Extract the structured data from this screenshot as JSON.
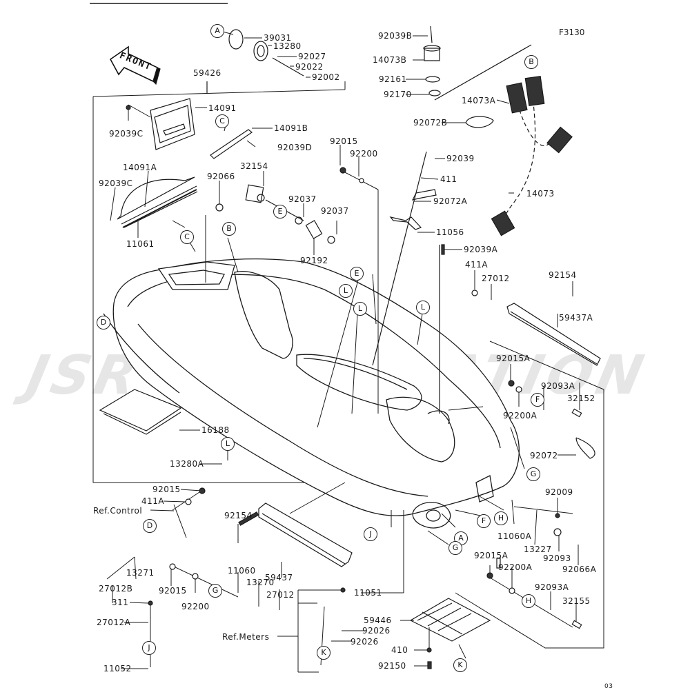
{
  "figure_code": "F3130",
  "watermark": "JSR CORPORATION",
  "front_arrow": "FRONT",
  "page_mark": "03",
  "parts": {
    "p39031": "39031",
    "p13280": "13280",
    "p92027": "92027",
    "p92022": "92022",
    "p92002": "92002",
    "p59426": "59426",
    "p14091": "14091",
    "p92039C_a": "92039C",
    "p14091B": "14091B",
    "p92039D": "92039D",
    "p14091A": "14091A",
    "p92039C_b": "92039C",
    "p11061": "11061",
    "p92066": "92066",
    "p32154": "32154",
    "p92037_a": "92037",
    "p92037_b": "92037",
    "p92192": "92192",
    "p92015_top": "92015",
    "p92200_top": "92200",
    "p92039": "92039",
    "p411": "411",
    "p92072A": "92072A",
    "p11056": "11056",
    "p92039A": "92039A",
    "p92039B": "92039B",
    "p14073B": "14073B",
    "p92161": "92161",
    "p92170": "92170",
    "p14073A": "14073A",
    "p92072B": "92072B",
    "p14073": "14073",
    "p411A_top": "411A",
    "p27012_top": "27012",
    "p92154_top": "92154",
    "p59437A": "59437A",
    "p92015A_a": "92015A",
    "p92093A_a": "92093A",
    "p32152": "32152",
    "p92200A_a": "92200A",
    "p92072": "92072",
    "p16188": "16188",
    "p13280A": "13280A",
    "p92015_left": "92015",
    "p411A_left": "411A",
    "p_ref_control": "Ref.Control",
    "p92154_mid": "92154",
    "p13271": "13271",
    "p27012B": "27012B",
    "p59437": "59437",
    "p92009": "92009",
    "p11060A": "11060A",
    "p13227": "13227",
    "p92093": "92093",
    "p92066A": "92066A",
    "p92015A_b": "92015A",
    "p92200A_b": "92200A",
    "p92093A_b": "92093A",
    "p32155": "32155",
    "p92015_low": "92015",
    "p92200_low": "92200",
    "p11060": "11060",
    "p13270": "13270",
    "p27012_low": "27012",
    "p11051": "11051",
    "p311": "311",
    "p27012A": "27012A",
    "p11052": "11052",
    "p_ref_meters": "Ref.Meters",
    "p92026_a": "92026",
    "p92026_b": "92026",
    "p59446": "59446",
    "p410": "410",
    "p92150": "92150"
  },
  "refs": {
    "A1": "A",
    "A2": "A",
    "B1": "B",
    "B2": "B",
    "C1": "C",
    "C2": "C",
    "D1": "D",
    "D2": "D",
    "E1": "E",
    "E2": "E",
    "F1": "F",
    "F2": "F",
    "G1": "G",
    "G2": "G",
    "G3": "G",
    "H1": "H",
    "H2": "H",
    "J1": "J",
    "J2": "J",
    "K1": "K",
    "K2": "K",
    "L1": "L",
    "L2": "L",
    "L3": "L",
    "L4": "L"
  }
}
